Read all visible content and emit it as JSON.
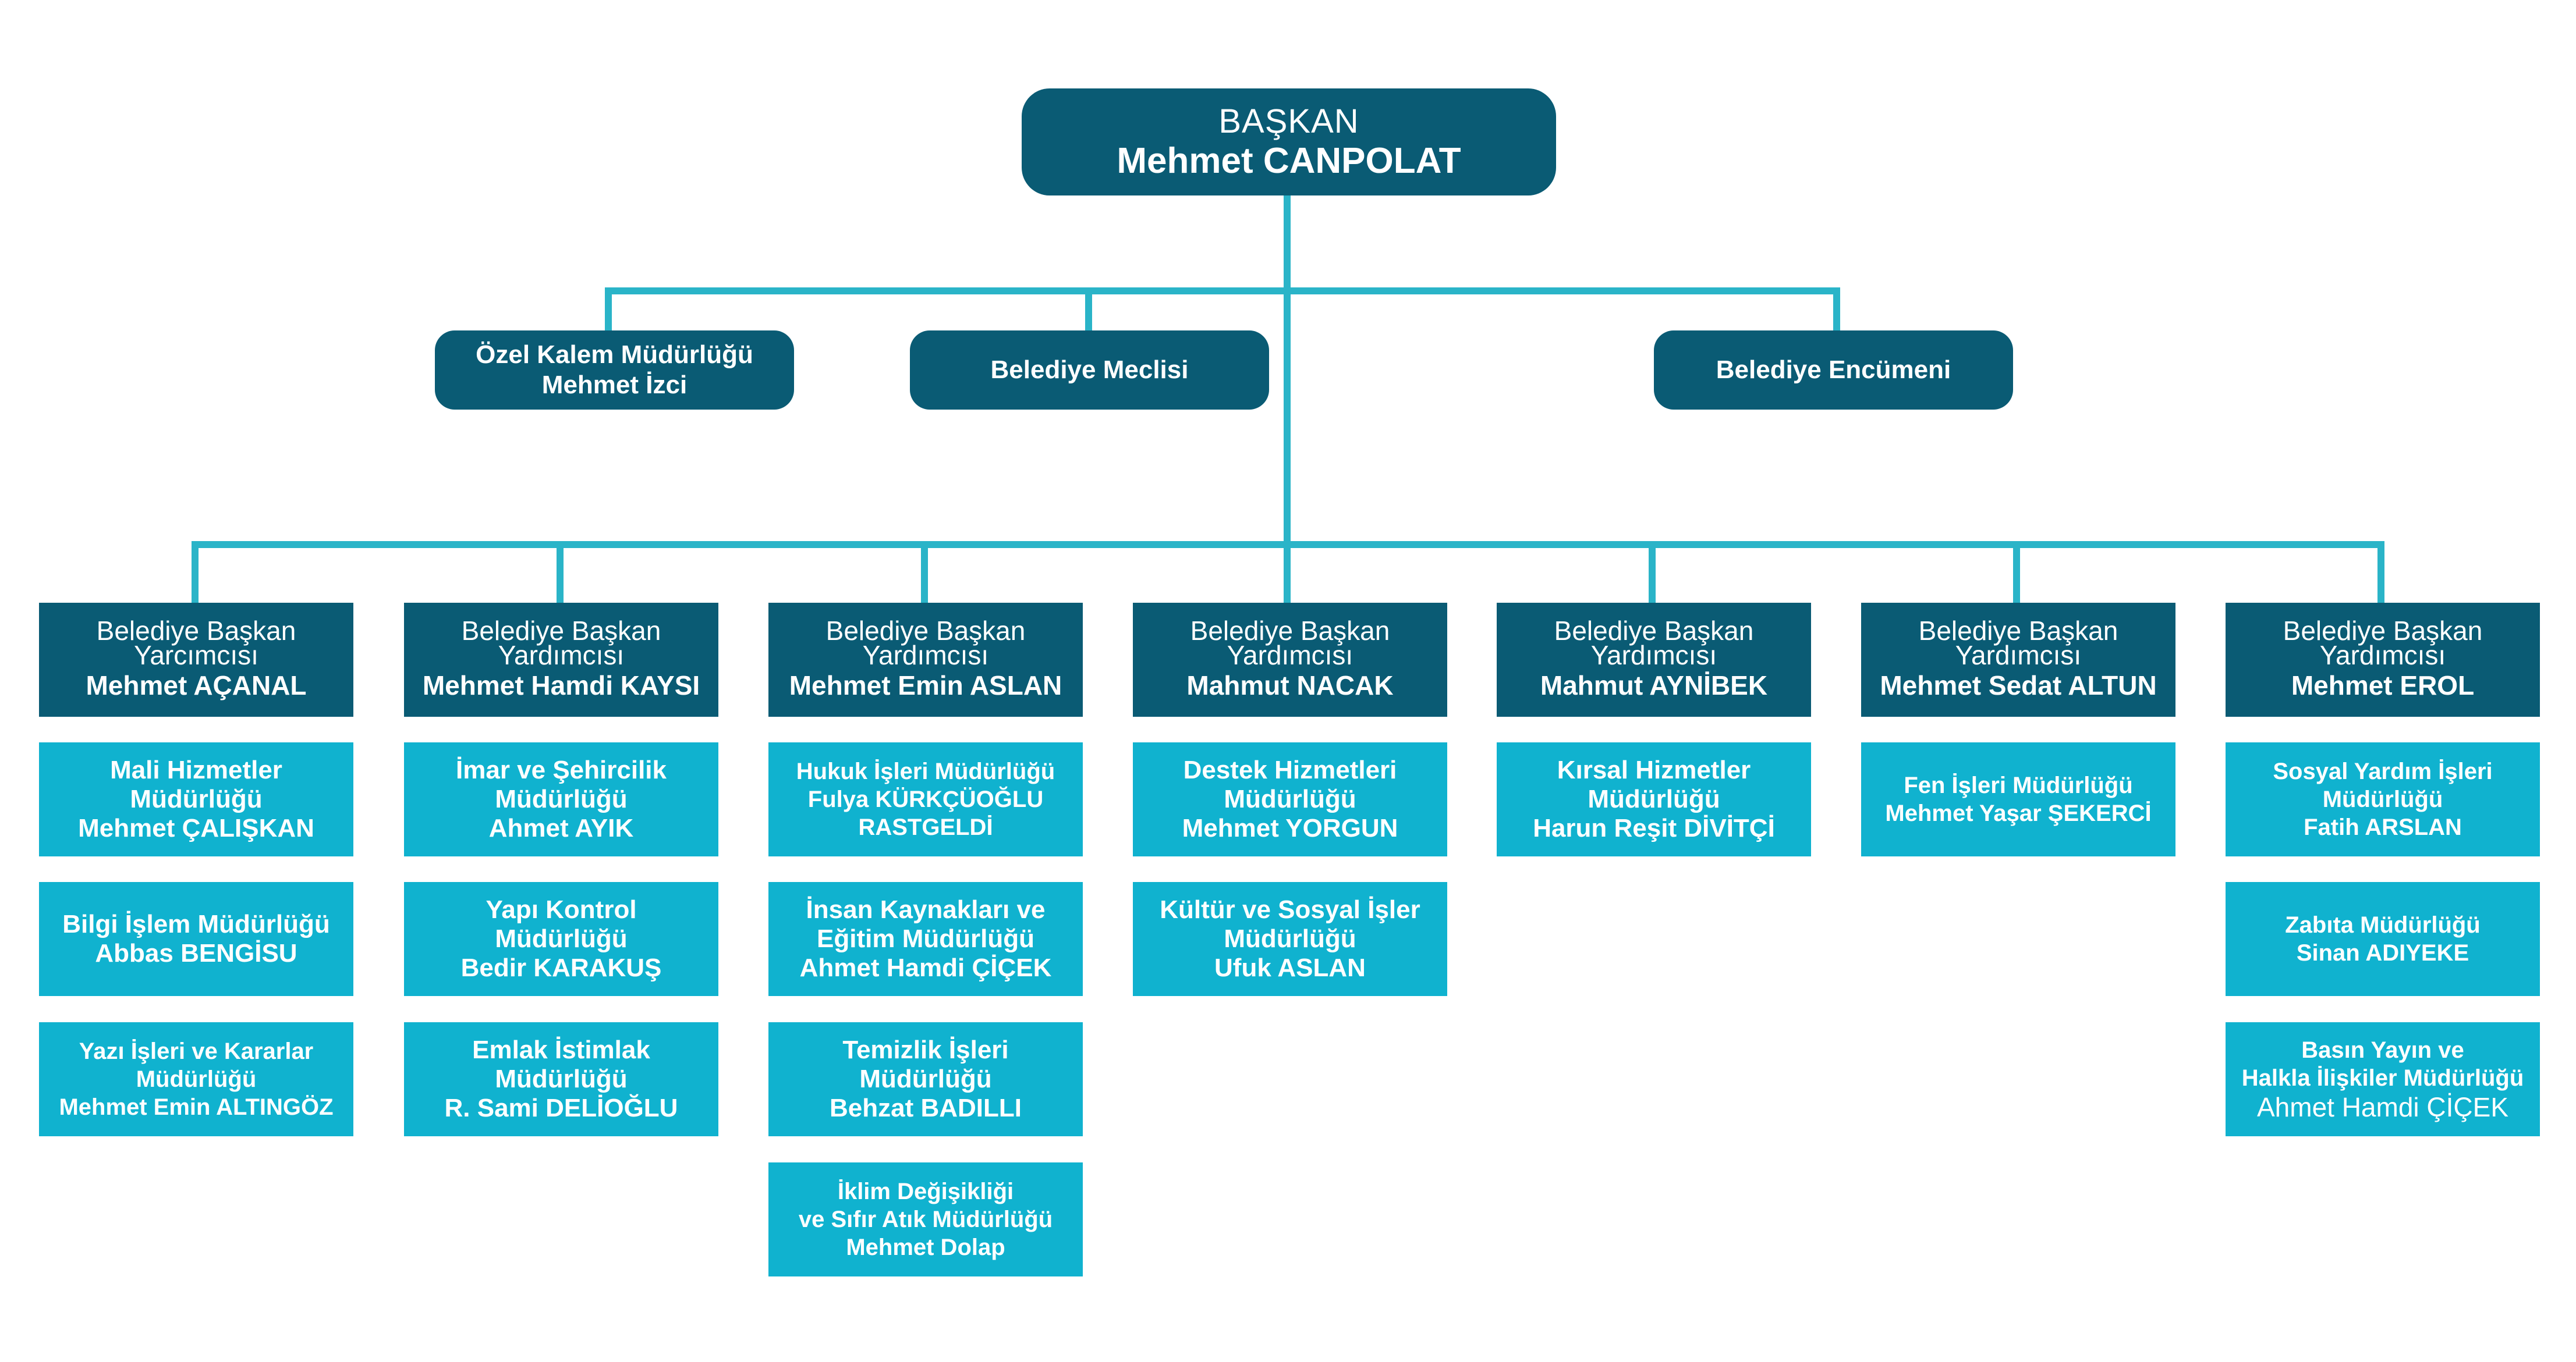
{
  "president": {
    "title": "BAŞKAN",
    "name": "Mehmet CANPOLAT"
  },
  "level2": [
    {
      "lines": [
        "Özel Kalem Müdürlüğü",
        "Mehmet İzci"
      ]
    },
    {
      "lines": [
        "Belediye Meclisi"
      ]
    },
    {
      "lines": [
        "Belediye Encümeni"
      ]
    }
  ],
  "vps": [
    {
      "title_line1": "Belediye Başkan",
      "title_line2": "Yarcımcısı",
      "name": "Mehmet AÇANAL",
      "depts": [
        {
          "lines": [
            "Mali Hizmetler",
            "Müdürlüğü",
            "Mehmet ÇALIŞKAN"
          ]
        },
        {
          "lines": [
            "Bilgi İşlem Müdürlüğü",
            "Abbas BENGİSU"
          ]
        },
        {
          "lines": [
            "Yazı İşleri ve Kararlar",
            "Müdürlüğü",
            "Mehmet Emin ALTINGÖZ"
          ]
        }
      ]
    },
    {
      "title_line1": "Belediye Başkan",
      "title_line2": "Yardımcısı",
      "name": "Mehmet Hamdi KAYSI",
      "depts": [
        {
          "lines": [
            "İmar ve Şehircilik",
            "Müdürlüğü",
            "Ahmet AYIK"
          ]
        },
        {
          "lines": [
            "Yapı Kontrol",
            "Müdürlüğü",
            "Bedir KARAKUŞ"
          ]
        },
        {
          "lines": [
            "Emlak İstimlak",
            "Müdürlüğü",
            "R. Sami DELİOĞLU"
          ]
        }
      ]
    },
    {
      "title_line1": "Belediye Başkan",
      "title_line2": "Yardımcısı",
      "name": "Mehmet Emin ASLAN",
      "depts": [
        {
          "lines": [
            "Hukuk İşleri Müdürlüğü",
            "Fulya KÜRKÇÜOĞLU",
            "RASTGELDİ"
          ]
        },
        {
          "lines": [
            "İnsan Kaynakları ve",
            "Eğitim Müdürlüğü",
            "Ahmet Hamdi ÇİÇEK"
          ]
        },
        {
          "lines": [
            "Temizlik İşleri",
            "Müdürlüğü",
            "Behzat BADILLI"
          ]
        },
        {
          "lines": [
            "İklim Değişikliği",
            "ve Sıfır Atık Müdürlüğü",
            "Mehmet Dolap"
          ]
        }
      ]
    },
    {
      "title_line1": "Belediye Başkan",
      "title_line2": "Yardımcısı",
      "name": "Mahmut NACAK",
      "depts": [
        {
          "lines": [
            "Destek Hizmetleri",
            "Müdürlüğü",
            "Mehmet YORGUN"
          ]
        },
        {
          "lines": [
            "Kültür ve Sosyal İşler",
            "Müdürlüğü",
            "Ufuk ASLAN"
          ]
        }
      ]
    },
    {
      "title_line1": "Belediye Başkan",
      "title_line2": "Yardımcısı",
      "name": "Mahmut AYNİBEK",
      "depts": [
        {
          "lines": [
            "Kırsal Hizmetler",
            "Müdürlüğü",
            "Harun Reşit DİVİTÇİ"
          ]
        }
      ]
    },
    {
      "title_line1": "Belediye Başkan",
      "title_line2": "Yardımcısı",
      "name": "Mehmet Sedat ALTUN",
      "depts": [
        {
          "lines": [
            "Fen İşleri Müdürlüğü",
            "Mehmet Yaşar ŞEKERCİ"
          ]
        }
      ]
    },
    {
      "title_line1": "Belediye Başkan",
      "title_line2": "Yardımcısı",
      "name": "Mehmet EROL",
      "depts": [
        {
          "lines": [
            "Sosyal Yardım İşleri",
            "Müdürlüğü",
            "Fatih ARSLAN"
          ]
        },
        {
          "lines": [
            "Zabıta Müdürlüğü",
            "Sinan ADIYEKE"
          ]
        },
        {
          "lines": [
            "Basın Yayın ve",
            "Halkla İlişkiler Müdürlüğü",
            "Ahmet Hamdi ÇİÇEK"
          ]
        }
      ]
    }
  ],
  "colors": {
    "dark": "#0a5b74",
    "light": "#10b2cf",
    "connector": "#2ab4c8"
  }
}
